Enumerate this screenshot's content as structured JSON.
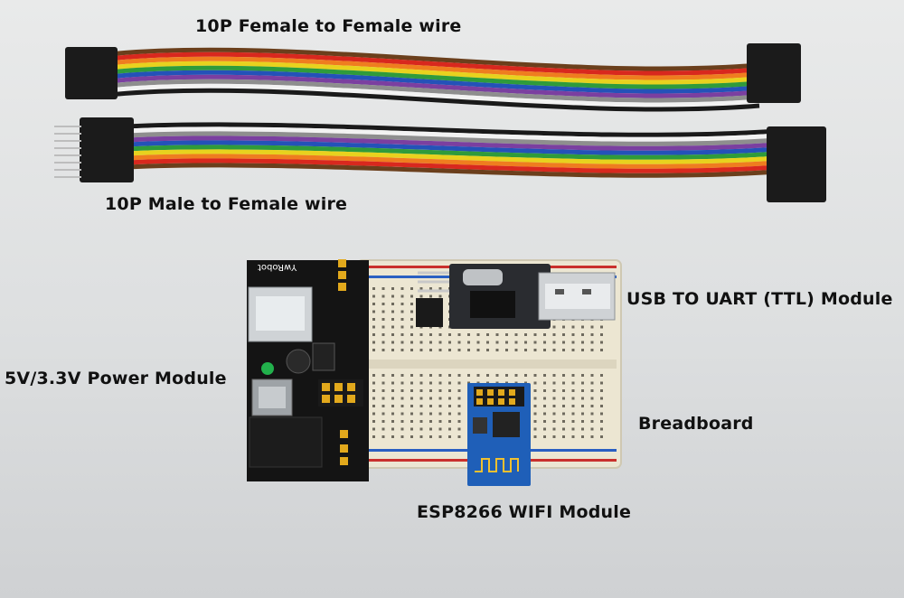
{
  "labels": {
    "female_female_wire": "10P Female to Female wire",
    "male_female_wire": "10P Male to Female wire",
    "usb_uart_module": "USB TO UART (TTL) Module",
    "power_module": "5V/3.3V Power Module",
    "breadboard": "Breadboard",
    "esp8266_module": "ESP8266 WIFI Module"
  },
  "pcb_text": {
    "brand": "YwRobot"
  },
  "colors": {
    "background": "#dfe0e1",
    "wire_colors": [
      "#6b3f1c",
      "#d8281e",
      "#ef7d1f",
      "#e8d21e",
      "#2f9b3b",
      "#2452b8",
      "#7b3fa0",
      "#8e8e8e",
      "#f2f2f2",
      "#1a1a1a"
    ],
    "breadboard": "#ece6d2",
    "esp_board": "#1f5fb8",
    "power_board": "#111111"
  }
}
